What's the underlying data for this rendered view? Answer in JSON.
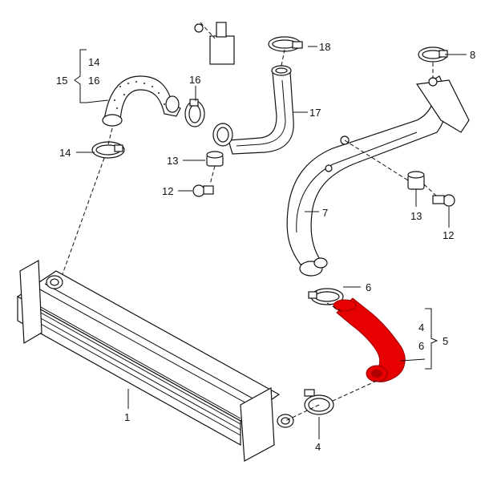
{
  "diagram": {
    "labels": {
      "l1": "1",
      "l4a": "4",
      "l4b": "4",
      "l5": "5",
      "l6a": "6",
      "l6b": "6",
      "l7": "7",
      "l8": "8",
      "l12a": "12",
      "l12b": "12",
      "l13a": "13",
      "l13b": "13",
      "l14a": "14",
      "l14b": "14",
      "l15": "15",
      "l16a": "16",
      "l16b": "16",
      "l17": "17",
      "l18": "18"
    },
    "highlight_color": "#e60000"
  }
}
